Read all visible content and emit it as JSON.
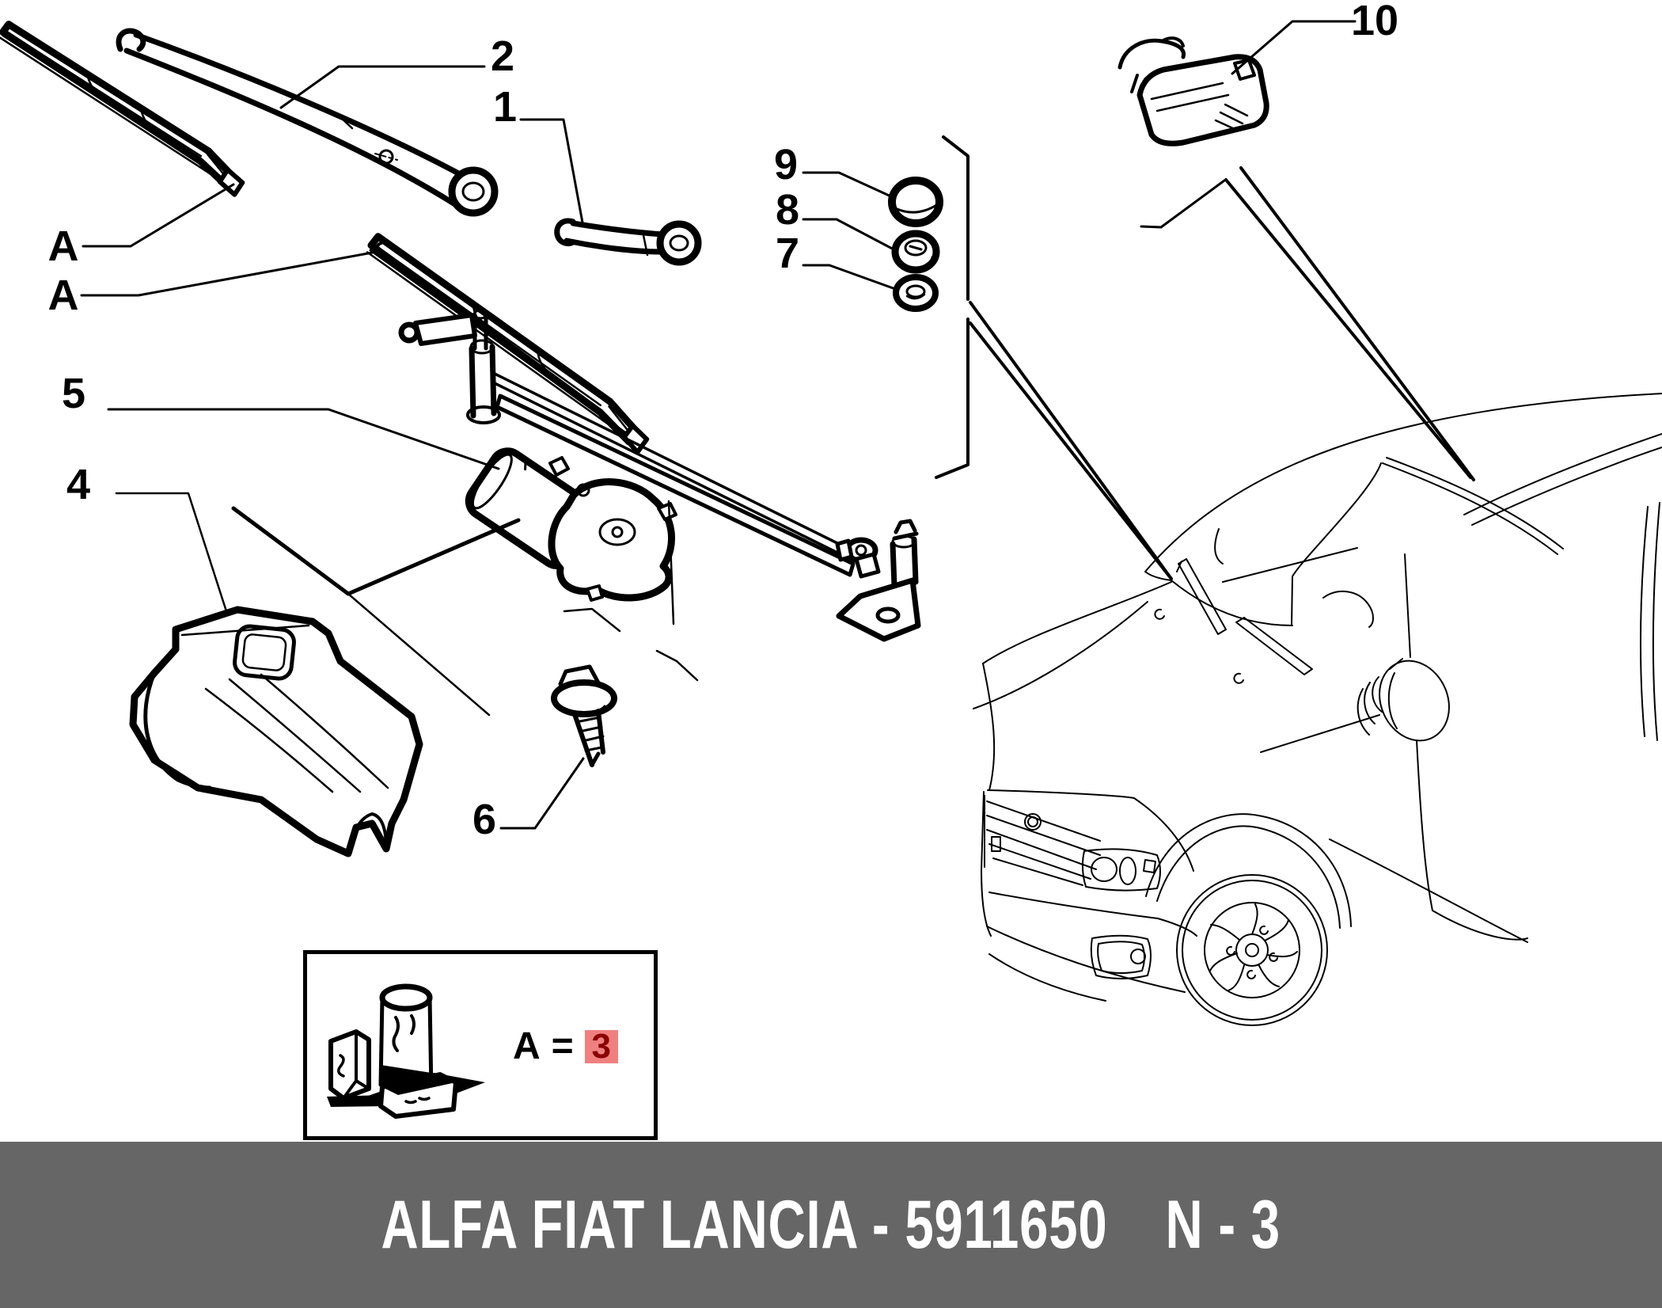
{
  "page": {
    "background_color": "#ffffff",
    "line_color": "#000000",
    "description": "Exploded parts diagram of windscreen wiper system (blades, arms, linkage with motor, cover, fixings, rain sensor) with car front illustration"
  },
  "callouts": {
    "part1": "1",
    "part2": "2",
    "part4": "4",
    "part5": "5",
    "part6": "6",
    "part7": "7",
    "part8": "8",
    "part9": "9",
    "part10": "10",
    "blade_a_upper": "A",
    "blade_a_lower": "A"
  },
  "legend": {
    "label": "A",
    "equals_sign": "=",
    "value": "3",
    "value_color": "#8b0000",
    "value_bg": "#f08080"
  },
  "footer": {
    "text": "ALFA FIAT LANCIA - 5911650",
    "page_code": "N - 3",
    "bg_color": "#666666",
    "text_color": "#ffffff"
  }
}
